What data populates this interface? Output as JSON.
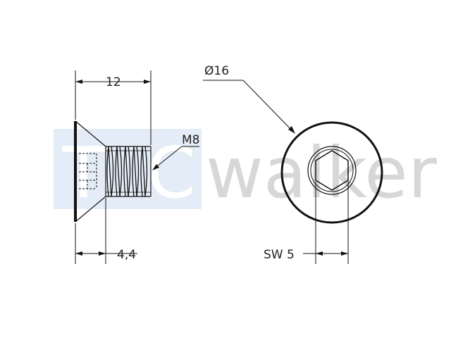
{
  "dimensions": {
    "length": "12",
    "head_height": "4,4",
    "thread": "M8",
    "head_diameter": "Ø16",
    "socket_size": "SW 5"
  },
  "watermark": {
    "prefix": "T",
    "middle": "C",
    "suffix": "walker",
    "color_blue": "#e3ecf6",
    "color_gray": "#d7d7d7"
  },
  "colors": {
    "line": "#111111"
  }
}
